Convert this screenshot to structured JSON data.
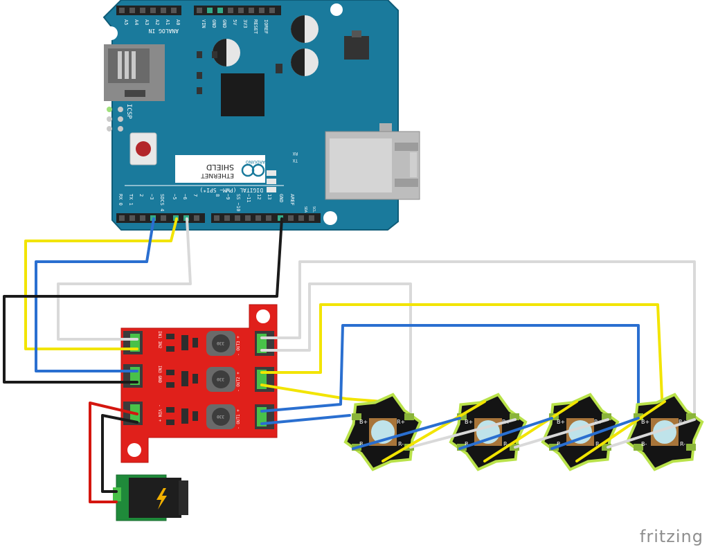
{
  "arduino": {
    "header_top_labels": [
      "A5",
      "A4",
      "A3",
      "A2",
      "A1",
      "A0",
      "VIN",
      "GND",
      "GND",
      "5V",
      "3V3",
      "RESET",
      "IOREF"
    ],
    "analog_in": "ANALOG IN",
    "icsp": "ICSP",
    "board_name": "ETHERNET",
    "board_sub": "SHIELD",
    "brand": "ARDUINO",
    "digital_label": "DIGITAL (PWM~ SPI*)",
    "rx": "RX",
    "tx": "TX",
    "bottom_pins_left": [
      "RX 0",
      "TX 1",
      "2",
      "~3",
      "SDCS 4",
      "~5",
      "~6",
      "7"
    ],
    "bottom_pins_right": [
      "8",
      "~9",
      "SS ~10",
      "~11",
      "12",
      "13",
      "GND",
      "AREF",
      "SDA",
      "SCL"
    ]
  },
  "driver": {
    "in_labels": [
      "IN1 IN2",
      "IN3 GND",
      "- VIN +"
    ],
    "out_labels": [
      "- OUT3 +",
      "- OUT2 +",
      "- OUT1 +"
    ],
    "inductor_labels": [
      "330",
      "330",
      "330"
    ]
  },
  "leds": {
    "pin_labels": [
      "B+",
      "R+",
      "B-",
      "R-"
    ]
  },
  "watermark": "fritzing",
  "colors": {
    "board_blue": "#1a7a9c",
    "driver_red": "#e0201b",
    "wire_yellow": "#f2e400",
    "wire_blue": "#2a6fd0",
    "wire_white": "#d9d9d9",
    "wire_black": "#1a1a1a",
    "wire_red": "#d4160f"
  }
}
